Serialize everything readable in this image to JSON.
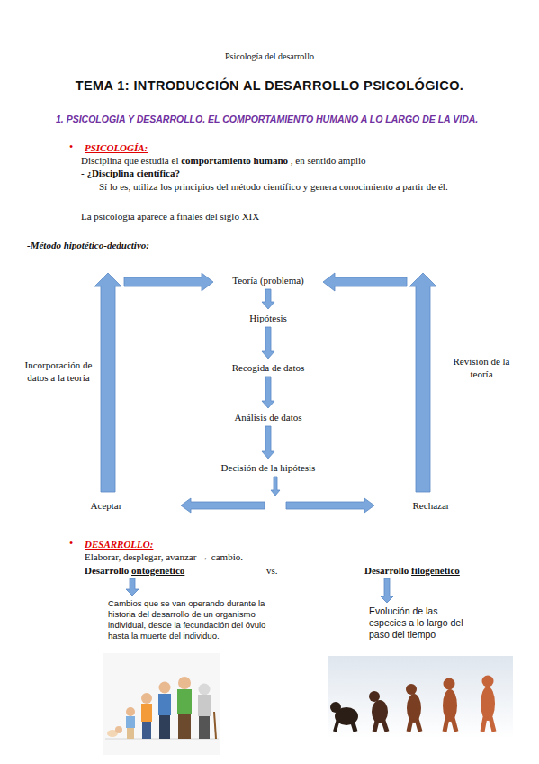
{
  "diagram": {
    "title": "TEMA 1: INTRODUCCIÓN AL DESARROLLO PSICOLÓGICO.",
    "nodes": [
      {
        "text": [
          "Teoría (problema)"
        ]
      },
      {
        "text": [
          "Hipótesis"
        ]
      },
      {
        "text": [
          "Recogida de datos"
        ]
      },
      {
        "text": [
          "Análisis de datos"
        ]
      },
      {
        "text": [
          "Decisión de la hipótesis"
        ]
      },
      {
        "text": [
          "Aceptar"
        ]
      },
      {
        "text": [
          "Rechazar"
        ]
      },
      {
        "text": [
          "Desarrollo",
          "ontogenético"
        ]
      },
      {
        "text": [
          "Desarrollo",
          "filogenético"
        ]
      },
      {
        "text": [
          "Cambios que se van operando durante la historia del desarrollo de un organismo individual, desde la fecundación del óvulo hasta la muerte del individuo."
        ]
      },
      {
        "text": [
          "Evolución de las especies a lo largo del paso del tiempo"
        ]
      }
    ],
    "edges": [
      {
        "from": 0,
        "to": 1,
        "arrow": "to"
      },
      {
        "from": 1,
        "to": 2,
        "arrow": "to"
      },
      {
        "from": 2,
        "to": 3,
        "arrow": "to"
      },
      {
        "from": 3,
        "to": 4,
        "arrow": "to"
      },
      {
        "from": 4,
        "to": 5,
        "arrow": "to"
      },
      {
        "from": 4,
        "to": 6,
        "arrow": "to"
      },
      {
        "from": 5,
        "to": 0,
        "label": "Incorporación de datos a la teoría",
        "arrow": "to"
      },
      {
        "from": 6,
        "to": 0,
        "label": "Revisión de la teoría",
        "arrow": "to"
      },
      {
        "from": 7,
        "to": 9,
        "arrow": "to"
      },
      {
        "from": 8,
        "to": 10,
        "arrow": "to"
      }
    ],
    "labels": [
      "Psicología del desarrollo",
      "1. PSICOLOGÍA Y DESARROLLO. EL COMPORTAMIENTO HUMANO A LO LARGO DE LA VIDA.",
      "•",
      "PSICOLOGÍA:",
      "Disciplina que estudia el",
      "comportamiento humano",
      ", en sentido amplio",
      "- ¿Disciplina científica?",
      "Sí lo es, utiliza los principios del método científico y genera conocimiento a partir de él.",
      "La psicología aparece a finales del siglo XIX",
      "-Método hipotético-deductivo:",
      "•",
      "DESARROLLO:",
      "Elaborar, desplegar, avanzar → cambio.",
      "vs."
    ]
  }
}
